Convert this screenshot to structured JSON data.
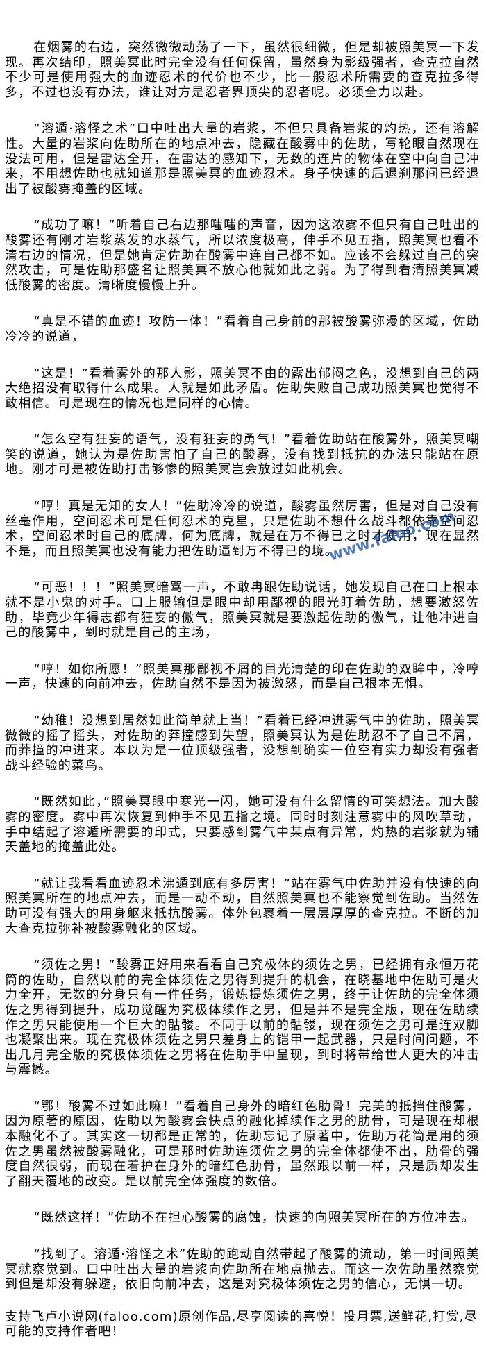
{
  "paragraphs": [
    "在烟雾的右边，突然微微动荡了一下，虽然很细微，但是却被照美冥一下发现。再次结印，照美冥此时完全没有任何保留，虽然身为影级强者，查克拉自然不少可是使用强大的血迹忍术的代价也不少，比一般忍术所需要的查克拉多得多，不过也没有办法，谁让对方是忍者界顶尖的忍者呢。必须全力以赴。",
    "“溶遁·溶怪之术”口中吐出大量的岩浆，不但只具备岩浆的灼热，还有溶解性。大量的岩浆向佐助所在的地点冲去，隐藏在酸雾中的佐助，写轮眼自然现在没法可用，但是雷达全开，在雷达的感知下，无数的连片的物体在空中向自己冲来，不用想佐助也就知道那是照美冥的血迹忍术。身子快速的后退刹那间已经退出了被酸雾掩盖的区域。",
    "“成功了嘛！”听着自己右边那嗤嗤的声音，因为这浓雾不但只有自己吐出的酸雾还有刚才岩浆蒸发的水蒸气，所以浓度极高，伸手不见五指，照美冥也看不清右边的情况，但是她肯定佐助在酸雾中连自己都不如。应该不会躲过自己的突然攻击，可是佐助那盛名让照美冥不放心他就如此之弱。为了得到看清照美冥减低酸雾的密度。清晰度慢慢上升。",
    "“真是不错的血迹！攻防一体！”看着自己身前的那被酸雾弥漫的区域，佐助冷冷的说道，",
    "“这是！”看着雾外的那人影，照美冥不由的露出郁闷之色，没想到自己的两大绝招没有取得什么成果。人就是如此矛盾。佐助失败自己成功照美冥也觉得不敢相信。可是现在的情况也是同样的心情。",
    "“怎么空有狂妄的语气，没有狂妄的勇气！”看着佐助站在酸雾外，照美冥嘲笑的说道，她认为是佐助害怕了自己的酸雾，没有找到抵抗的办法只能站在原地。刚才可是被佐助打击够惨的照美冥岂会放过如此机会。",
    "“哼！真是无知的女人！”佐助冷冷的说道，酸雾虽然厉害，但是对自己没有丝毫作用，空间忍术可是任何忍术的克星，只是佐助不想什么战斗都依靠空间忍术，空间忍术时自己的底牌，何为底牌，就是在万不得已之时才使用，现在显然不是，而且照美冥也没有能力把佐助逼到万不得已的境。",
    "“可恶！！！”照美冥暗骂一声，不敢冉跟佐助说话，她发现自己在口上根本就不是小鬼的对手。口上服输但是眼中却用鄙视的眼光盯着佐助，想要激怒佐助，毕竟少年得志都有狂妄的傲气，照美冥就是要激起佐助的傲气，让他冲进自己的酸雾中，到时就是自己的主场，",
    "“哼！如你所愿！”照美冥那鄙视不屑的目光清楚的印在佐助的双眸中，冷哼一声，快速的向前冲去，佐助自然不是因为被激怒，而是自己根本无惧。",
    "“幼稚！没想到居然如此简单就上当！”看着已经冲进雾气中的佐助，照美冥微微的摇了摇头，对佐助的莽撞感到失望，照美冥认为是佐助忍不了自己不屑，而莽撞的冲进来。本以为是一位顶级强者，没想到确实一位空有实力却没有强者战斗经验的菜鸟。",
    "“既然如此，”照美冥眼中寒光一闪，她可没有什么留情的可笑想法。加大酸雾的密度。雾中再次恢复到伸手不见五指之境。同时时刻注意雾中的风吹草动，手中结起了溶遁所需要的印式，只要感到雾气中某点有异常，灼热的岩浆就为铺天盖地的掩盖此处。",
    "“就让我看看血迹忍术沸遁到底有多厉害！”站在雾气中佐助并没有快速的向照美冥所在的地点冲去，而是一动不动，自然照美冥也不能察觉到佐助。当然佐助可没有强大的用身躯来抵抗酸雾。体外包裹着一层层厚厚的查克拉。不断的加大查克拉弥补被酸雾融化的区域。",
    "“须佐之男！”酸雾正好用来看看自己究极体的须佐之男，已经拥有永恒万花筒的佐助，自然以前的完全体须佐之男得到提升的机会，在晓基地中佐助可是火力全开，无数的分身只有一件任务，锻炼提炼须佐之男，终于让佐助的完全体须佐之男得到提升，成功觉醒为究极体续作之男，但是并不是完全版，现在佐助续作之男只能使用一个巨大的骷髅。不同于以前的骷髅，现在须佐之男可是连双脚也凝聚出来。现在究极体须佐之男只差身上的铠甲一起武器，只是时间问题，不出几月完全版的究极体须佐之男将在佐助手中呈现，到时将带给世人更大的冲击与震撼。",
    "“鄂！酸雾不过如此嘛！”看着自己身外的暗红色肋骨！完美的抵挡住酸雾，因为原著的原因，佐助以为酸雾会快点的融化掉续作之男的肋骨，可是现在却根本融化不了。其实这一切都是正常的，佐助忘记了原著中，佐助万花筒是用的须佐之男虽然被酸雾融化，可是那时佐助连须佐之男的完全体都使不出，肋骨的强度自然很弱，而现在着护在身外的暗红色肋骨，虽然跟以前一样，只是质却发生了翻天覆地的改变。是以前完全体强度的数倍。",
    "“既然这样！”佐助不在担心酸雾的腐蚀，快速的向照美冥所在的方位冲去。",
    "“找到了。溶遁·溶怪之术”佐助的跑动自然带起了酸雾的流动，第一时间照美冥就察觉到。口中吐出大量的岩浆向佐助所在地点抛去。而这一次佐助虽然察觉到但是却没有躲避，依旧向前冲去，这是对究极体须佐之男的信心，无惧一切。"
  ],
  "footer": "支持飞卢小说网(faloo.com)原创作品,尽享阅读的喜悦！投月票,送鲜花,打赏,尽可能的支持作者吧！",
  "watermark": "www.faloo.com"
}
